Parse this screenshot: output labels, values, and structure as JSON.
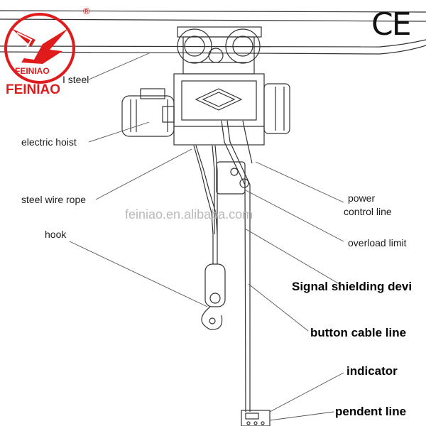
{
  "brand": {
    "registered_mark": "®",
    "logo_text_inner": "FEINIAO",
    "logo_text_outer": "FEINIAO",
    "logo_color": "#e01b1b"
  },
  "certification": {
    "mark": "CE"
  },
  "watermark": "feiniao.en.alibaba.com",
  "labels": {
    "steel": "I steel",
    "electric_hoist": "electric hoist",
    "steel_wire_rope": "steel wire rope",
    "hook": "hook",
    "power_line_1": "power",
    "power_line_2": "control line",
    "overload_limit": "overload limit",
    "signal_shielding": "Signal shielding devi",
    "button_cable_line": "button cable line",
    "indicator": "indicator",
    "pendent_line": "pendent line"
  }
}
